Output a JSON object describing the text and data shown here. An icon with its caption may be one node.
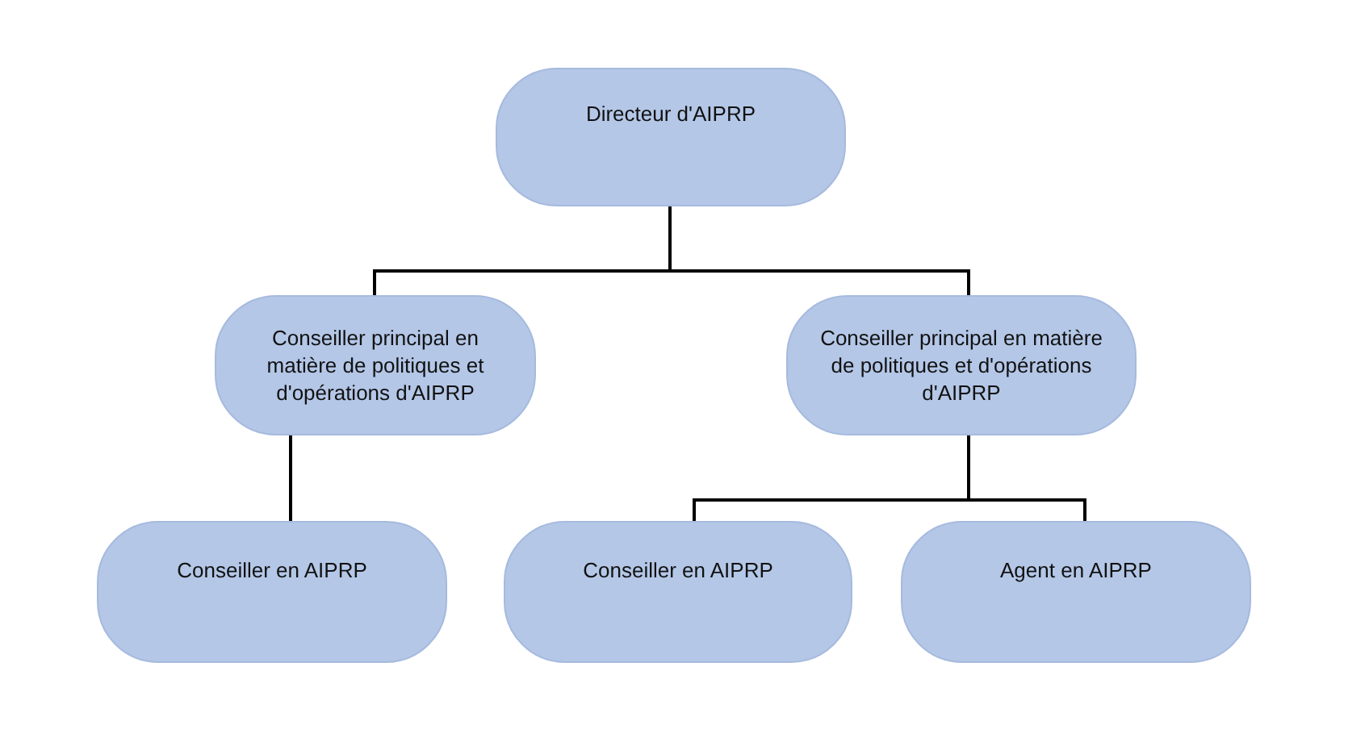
{
  "diagram": {
    "nodes": [
      {
        "text": [
          "Directeur d'AIPRP"
        ]
      },
      {
        "text": [
          "Conseiller principal en matière de politiques et d'opérations d'AIPRP"
        ]
      },
      {
        "text": [
          "Conseiller principal en matière de politiques et d'opérations d'AIPRP"
        ]
      },
      {
        "text": [
          "Conseiller en AIPRP"
        ]
      },
      {
        "text": [
          "Conseiller en AIPRP"
        ]
      },
      {
        "text": [
          "Agent en AIPRP"
        ]
      }
    ],
    "edges": [
      {
        "from": 0,
        "to": 1,
        "arrow": "none"
      },
      {
        "from": 0,
        "to": 2,
        "arrow": "none"
      },
      {
        "from": 1,
        "to": 3,
        "arrow": "none"
      },
      {
        "from": 2,
        "to": 4,
        "arrow": "none"
      },
      {
        "from": 2,
        "to": 5,
        "arrow": "none"
      }
    ]
  }
}
